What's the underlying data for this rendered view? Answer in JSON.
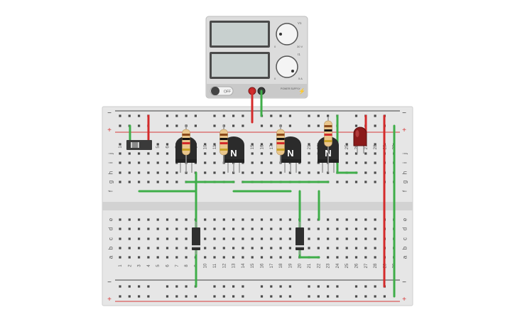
{
  "power_supply": {
    "channel_1": {
      "label": "V1",
      "min_label": "0",
      "max_label": "30 V"
    },
    "channel_2": {
      "label": "I1",
      "min_label": "0",
      "max_label": "5 A"
    },
    "power_switch_label": "OFF",
    "brand_label": "POWER SUPPLY"
  },
  "breadboard": {
    "rail_minus_symbol": "−",
    "rail_plus_symbol": "+",
    "row_letters_top": [
      "j",
      "i",
      "h",
      "g",
      "f"
    ],
    "row_letters_bottom": [
      "e",
      "d",
      "c",
      "b",
      "a"
    ],
    "column_numbers": [
      "1",
      "2",
      "3",
      "4",
      "5",
      "6",
      "7",
      "8",
      "9",
      "10",
      "11",
      "12",
      "13",
      "14",
      "15",
      "16",
      "17",
      "18",
      "19",
      "20",
      "21",
      "22",
      "23",
      "24",
      "25",
      "26",
      "27",
      "28",
      "29",
      "30"
    ]
  },
  "components": {
    "transistor_label": "N",
    "transistor_count": 4,
    "resistor_count": 4,
    "diode_count": 2,
    "led_color": "#8b1a1a",
    "switch": "slide-switch"
  },
  "colors": {
    "wire_red": "#d42b2b",
    "wire_green": "#3fae49",
    "board": "#e6e6e6",
    "rail_red": "#d63a3a",
    "rail_dark": "#3d3d3d"
  }
}
